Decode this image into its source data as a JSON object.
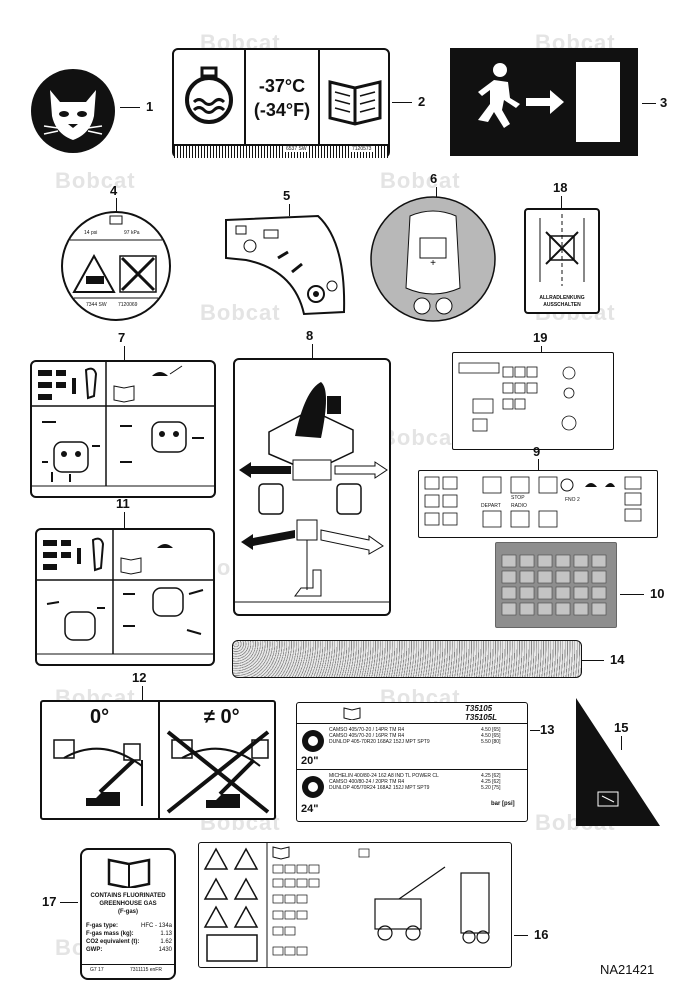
{
  "watermark": "Bobcat",
  "callouts": [
    "1",
    "2",
    "3",
    "4",
    "5",
    "6",
    "7",
    "8",
    "9",
    "10",
    "11",
    "12",
    "13",
    "14",
    "15",
    "16",
    "17",
    "18",
    "19"
  ],
  "decal2": {
    "temp_c": "-37°C",
    "temp_f": "(-34°F)",
    "code_left": "6537 SW",
    "code_right": "7120573"
  },
  "decal4": {
    "left": "14 psi",
    "right": "97 kPa",
    "code_left": "7344 SW",
    "code_right": "7120069"
  },
  "decal18": {
    "line1": "ALLRADLENKUNG",
    "line2": "AUSSCHALTEN"
  },
  "decal12": {
    "left_angle": "0°",
    "right_angle": "≠ 0°"
  },
  "decal9": {
    "fno": "FNO 2",
    "depart": "DEPART",
    "radio": "RADIO",
    "stop": "STOP"
  },
  "decal13": {
    "brand1": "T35105",
    "brand2": "T35105L",
    "size_top": "20\"",
    "size_bottom": "24\"",
    "unit": "bar [psi]",
    "rows_top": [
      {
        "tire": "CAMSO 405/70-20 / 14PR TM R4",
        "val": "4.50 [65]"
      },
      {
        "tire": "CAMSO 405/70-20 / 16PR TM R4",
        "val": "4.50 [65]"
      },
      {
        "tire": "DUNLOP 405-70R20 168A2 152J MPT SPT9",
        "val": "5.50 [80]"
      }
    ],
    "rows_bottom": [
      {
        "tire": "MICHELIN 400/80-24 162 A8 IND TL POWER CL",
        "val": "4.25 [62]"
      },
      {
        "tire": "CAMSO 400/80-24 / 20PR TM R4",
        "val": "4.25 [62]"
      },
      {
        "tire": "DUNLOP 405/70R24 168A2 152J MPT SPT9",
        "val": "5.20 [75]"
      }
    ]
  },
  "decal17": {
    "title1": "CONTAINS FLUORINATED",
    "title2": "GREENHOUSE GAS",
    "title3": "(F-gas)",
    "rows": [
      {
        "label": "F-gas type:",
        "value": "HFC - 134a"
      },
      {
        "label": "F-gas mass (kg):",
        "value": "1.13"
      },
      {
        "label": "CO2 equivalent (t):",
        "value": "1.62"
      },
      {
        "label": "GWP:",
        "value": "1430"
      }
    ],
    "code_left": "G7 17",
    "code_right": "7311115 enFR"
  },
  "figure_id": "NA21421"
}
